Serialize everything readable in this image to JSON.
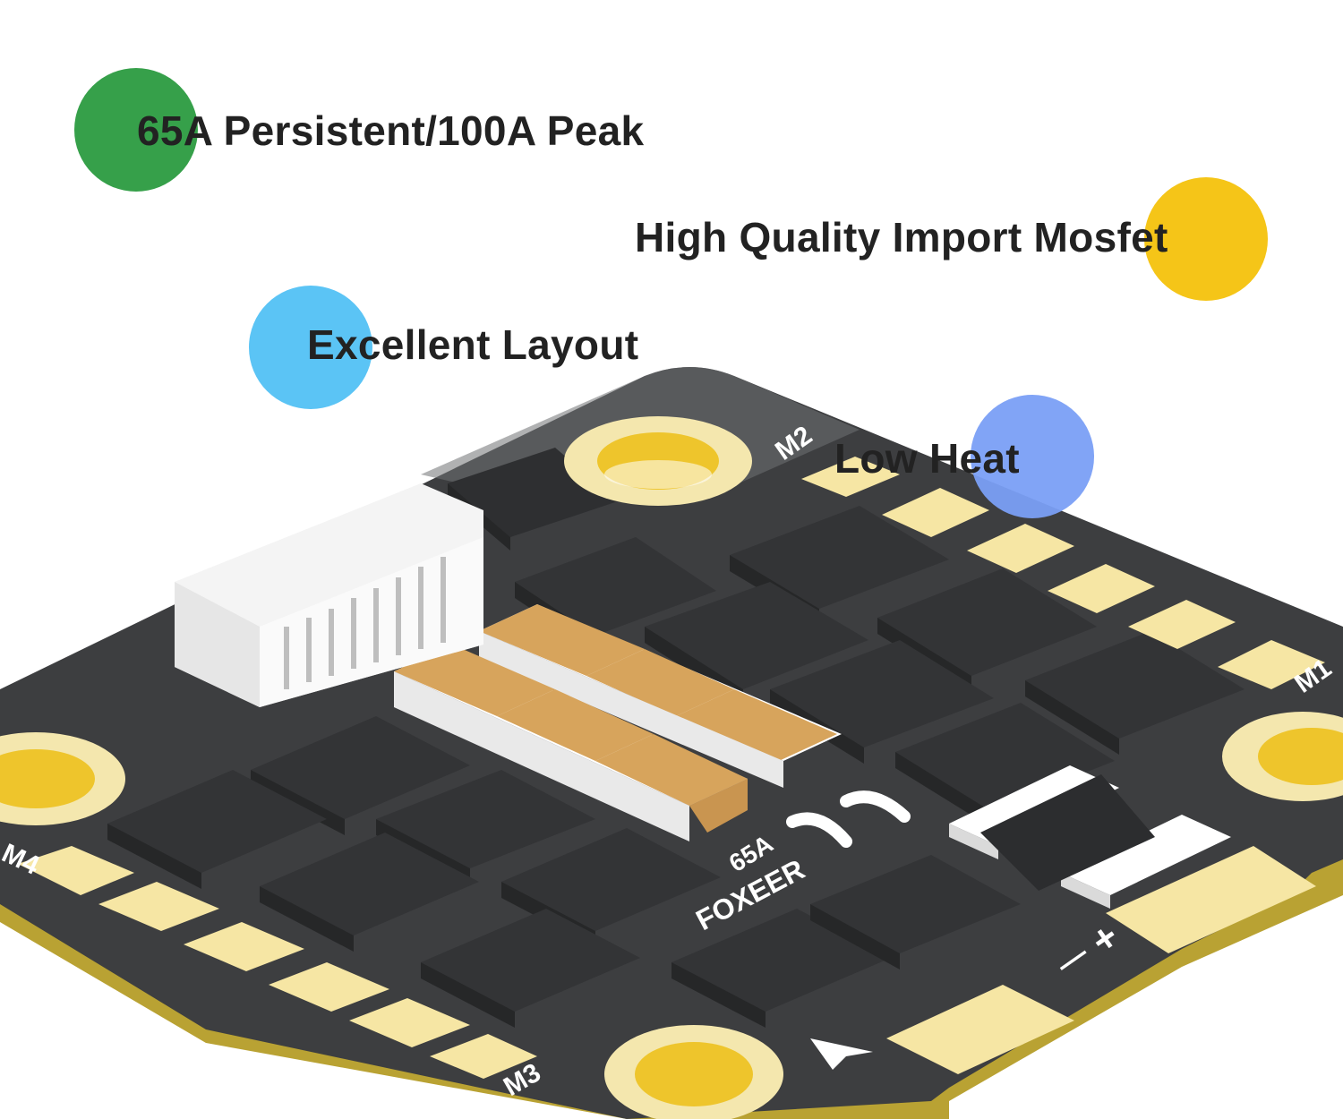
{
  "features": [
    {
      "text": "65A Persistent/100A Peak",
      "color": "#36A04A"
    },
    {
      "text": "High Quality Import Mosfet",
      "color": "#F5C518"
    },
    {
      "text": "Excellent Layout",
      "color": "#5BC4F5"
    },
    {
      "text": "Low Heat",
      "color": "#7A9FF5"
    }
  ],
  "board": {
    "brand": "FOXEER",
    "rating": "65A",
    "motor_labels": [
      "M1",
      "M2",
      "M3",
      "M4"
    ],
    "power_minus": "—",
    "power_plus": "+",
    "colors": {
      "pcb": "#3D3E40",
      "pcb_edge": "#B9A233",
      "pad": "#F6E6A4",
      "ring": "#F4E7AE",
      "hole": "#EEC52C",
      "chip": "#3A3B3D",
      "cap": "#D7A45C",
      "connector": "#F4F4F4"
    }
  }
}
